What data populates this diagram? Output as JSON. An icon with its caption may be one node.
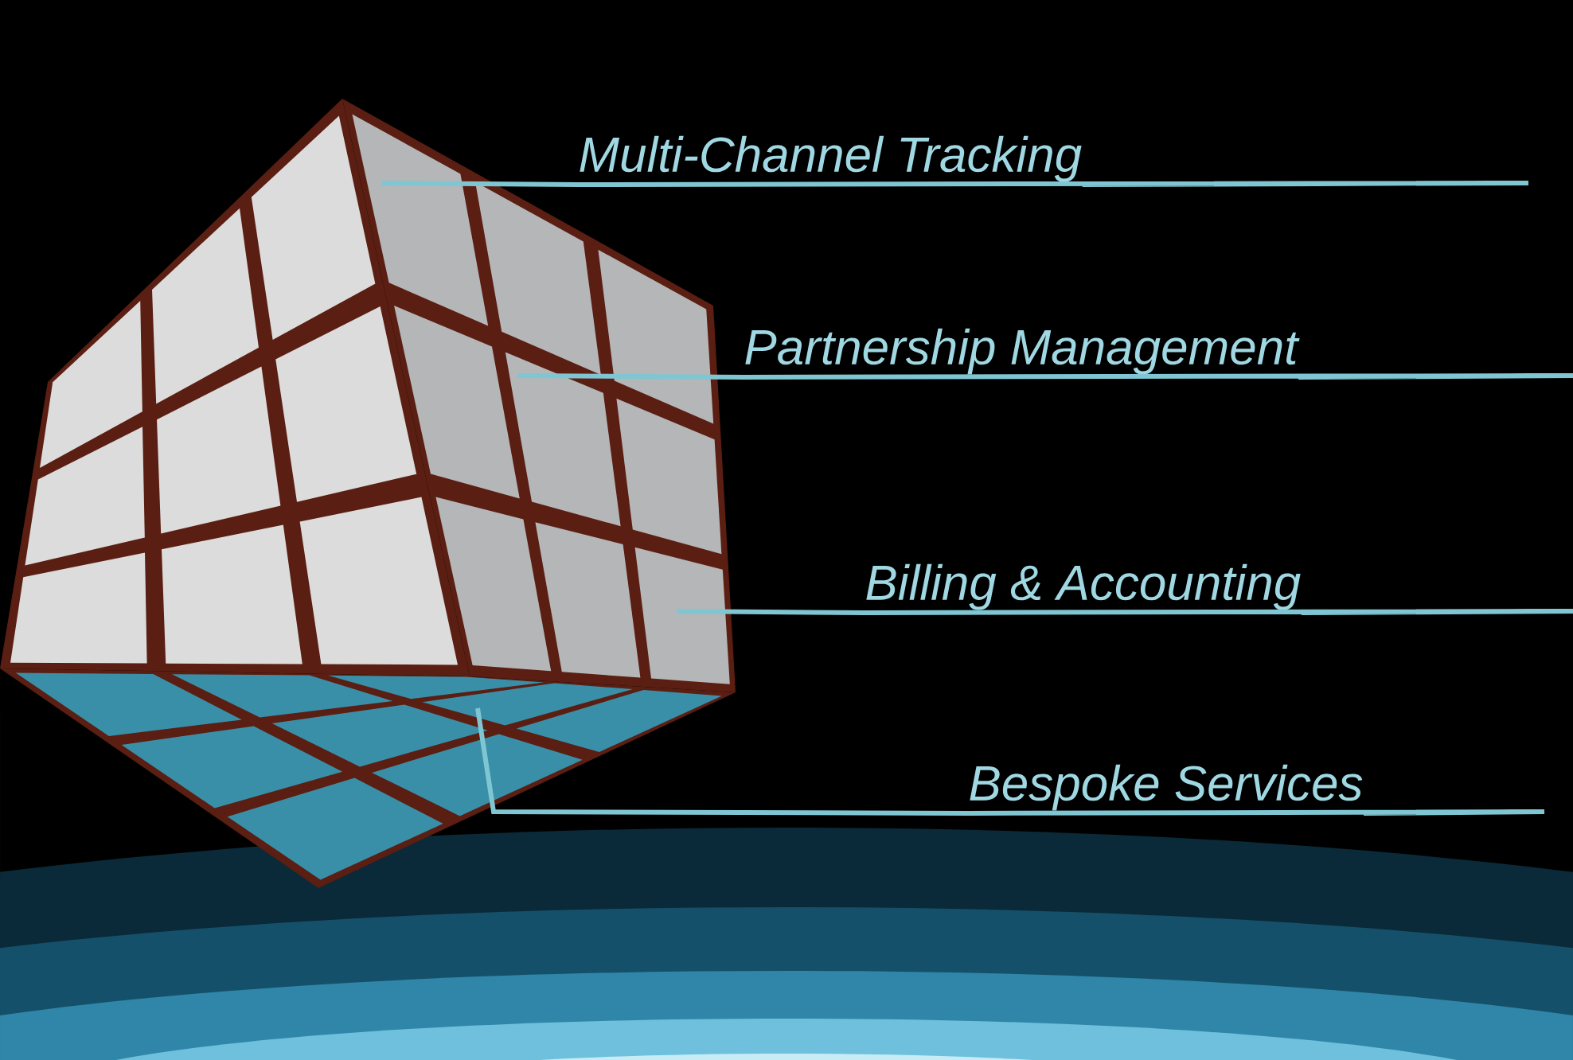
{
  "diagram": {
    "nodes": [
      {
        "text": [],
        "shape": "picture"
      },
      {
        "text": [
          "Multi-Channel Tracking"
        ]
      },
      {
        "text": [
          "Partnership Management"
        ]
      },
      {
        "text": [
          "Billing & Accounting"
        ]
      },
      {
        "text": [
          "Bespoke Services"
        ]
      }
    ],
    "edges": [
      {
        "from": 1,
        "to": 0,
        "arrow": "none"
      },
      {
        "from": 2,
        "to": 0,
        "arrow": "none"
      },
      {
        "from": 3,
        "to": 0,
        "arrow": "none"
      },
      {
        "from": 4,
        "to": 0,
        "arrow": "none"
      }
    ]
  }
}
